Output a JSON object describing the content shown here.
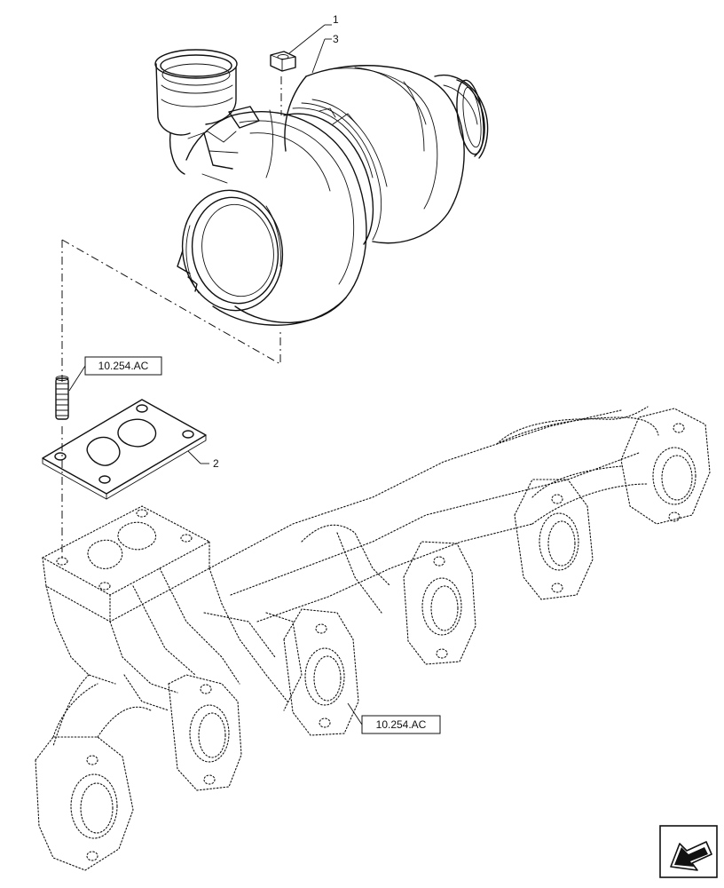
{
  "callouts": [
    {
      "id": "nut",
      "label": "1"
    },
    {
      "id": "turbo",
      "label": "3"
    },
    {
      "id": "gasket",
      "label": "2"
    }
  ],
  "references": [
    {
      "id": "ref-stud",
      "label": "10.254.AC"
    },
    {
      "id": "ref-manifold",
      "label": "10.254.AC"
    }
  ],
  "icons": {
    "nav": "back-arrow-icon"
  }
}
